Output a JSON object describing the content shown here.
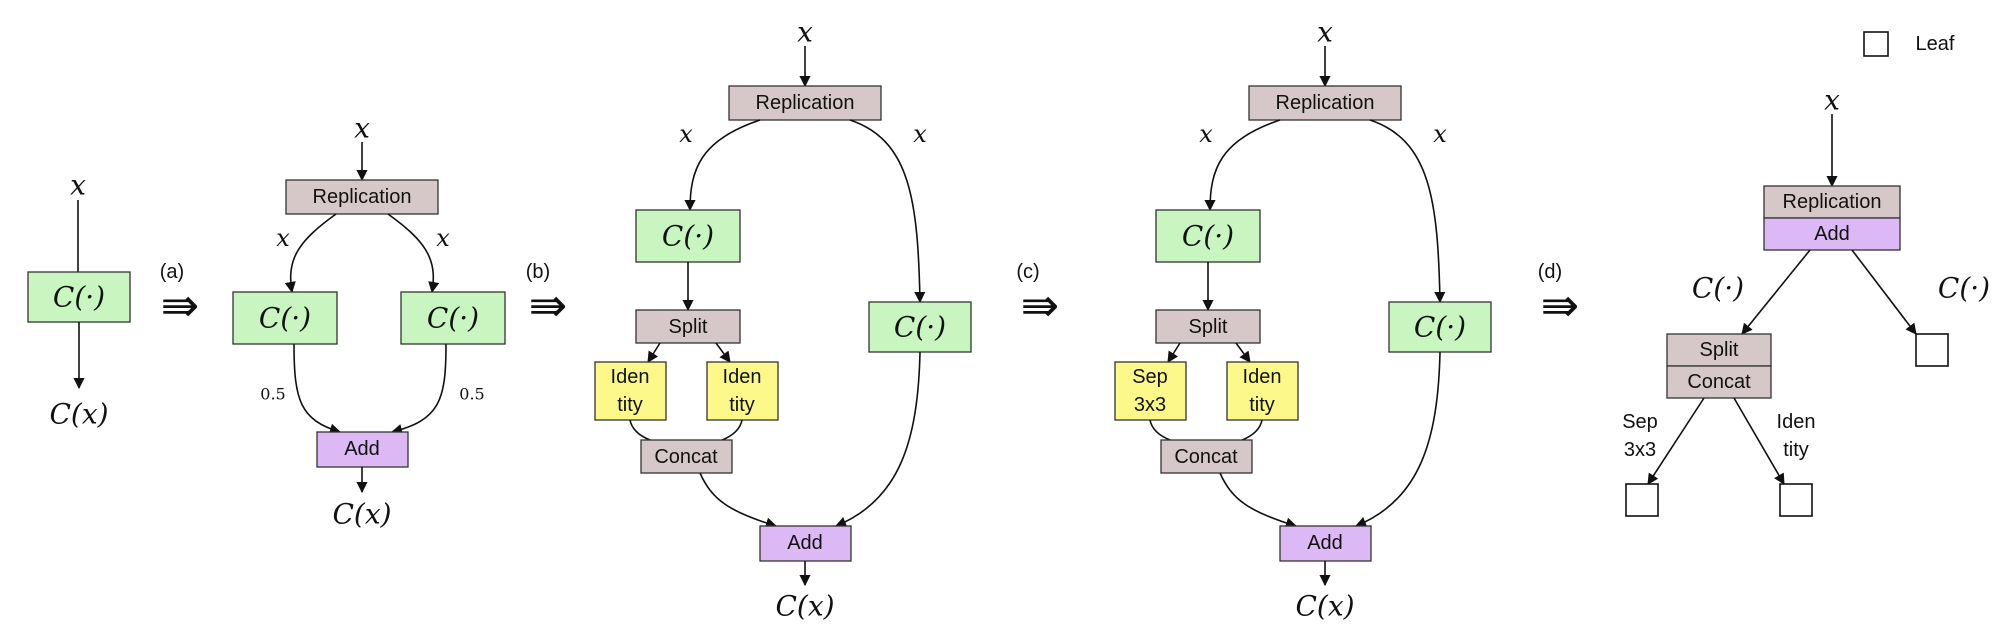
{
  "colors": {
    "conv": "#c8f5c0",
    "rep": "#d6c8c8",
    "add": "#dcb8f5",
    "ident": "#fcf88a",
    "leaf": "#ffffff"
  },
  "labels": {
    "x": "x",
    "C_dot": "C(·)",
    "C_x": "C(x)",
    "replication": "Replication",
    "add": "Add",
    "split": "Split",
    "concat": "Concat",
    "iden_line1": "Iden",
    "iden_line2": "tity",
    "sep_line1": "Sep",
    "sep_line2": "3x3",
    "weight": "0.5",
    "leaf": "Leaf"
  },
  "steps": {
    "a": "(a)",
    "b": "(b)",
    "c": "(c)",
    "d": "(d)"
  },
  "transform_arrow": "⇛"
}
